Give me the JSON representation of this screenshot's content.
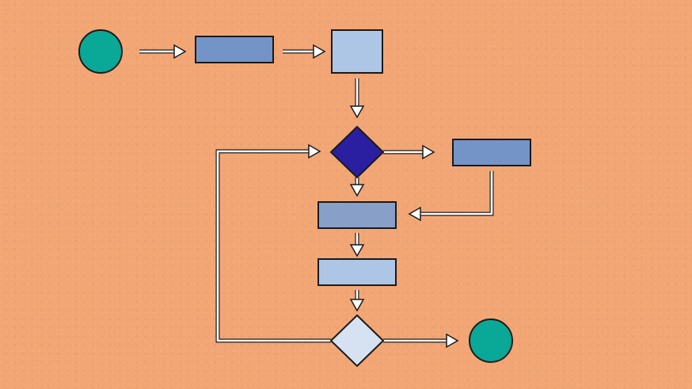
{
  "diagram": {
    "type": "flowchart",
    "colors": {
      "background": "#f4a572",
      "terminal": "#0aa896",
      "process_dark": "#7494c8",
      "process_light": "#aec6e6",
      "process_mid": "#889fc8",
      "decision_dark": "#2a1fa0",
      "decision_light": "#d6e2f2",
      "stroke": "#1a1a1a",
      "connector": "#ffffff"
    },
    "nodes": [
      {
        "id": "start",
        "kind": "terminal",
        "label": ""
      },
      {
        "id": "step-1",
        "kind": "process",
        "label": ""
      },
      {
        "id": "step-2",
        "kind": "process",
        "label": ""
      },
      {
        "id": "decision-1",
        "kind": "decision",
        "label": ""
      },
      {
        "id": "side-step",
        "kind": "process",
        "label": ""
      },
      {
        "id": "step-3",
        "kind": "process",
        "label": ""
      },
      {
        "id": "step-4",
        "kind": "process",
        "label": ""
      },
      {
        "id": "decision-2",
        "kind": "decision",
        "label": ""
      },
      {
        "id": "end",
        "kind": "terminal",
        "label": ""
      }
    ],
    "edges": [
      {
        "from": "start",
        "to": "step-1"
      },
      {
        "from": "step-1",
        "to": "step-2"
      },
      {
        "from": "step-2",
        "to": "decision-1"
      },
      {
        "from": "decision-1",
        "to": "side-step"
      },
      {
        "from": "decision-1",
        "to": "step-3"
      },
      {
        "from": "side-step",
        "to": "step-3"
      },
      {
        "from": "step-3",
        "to": "step-4"
      },
      {
        "from": "step-4",
        "to": "decision-2"
      },
      {
        "from": "decision-2",
        "to": "end"
      },
      {
        "from": "decision-2",
        "to": "decision-1"
      }
    ]
  }
}
